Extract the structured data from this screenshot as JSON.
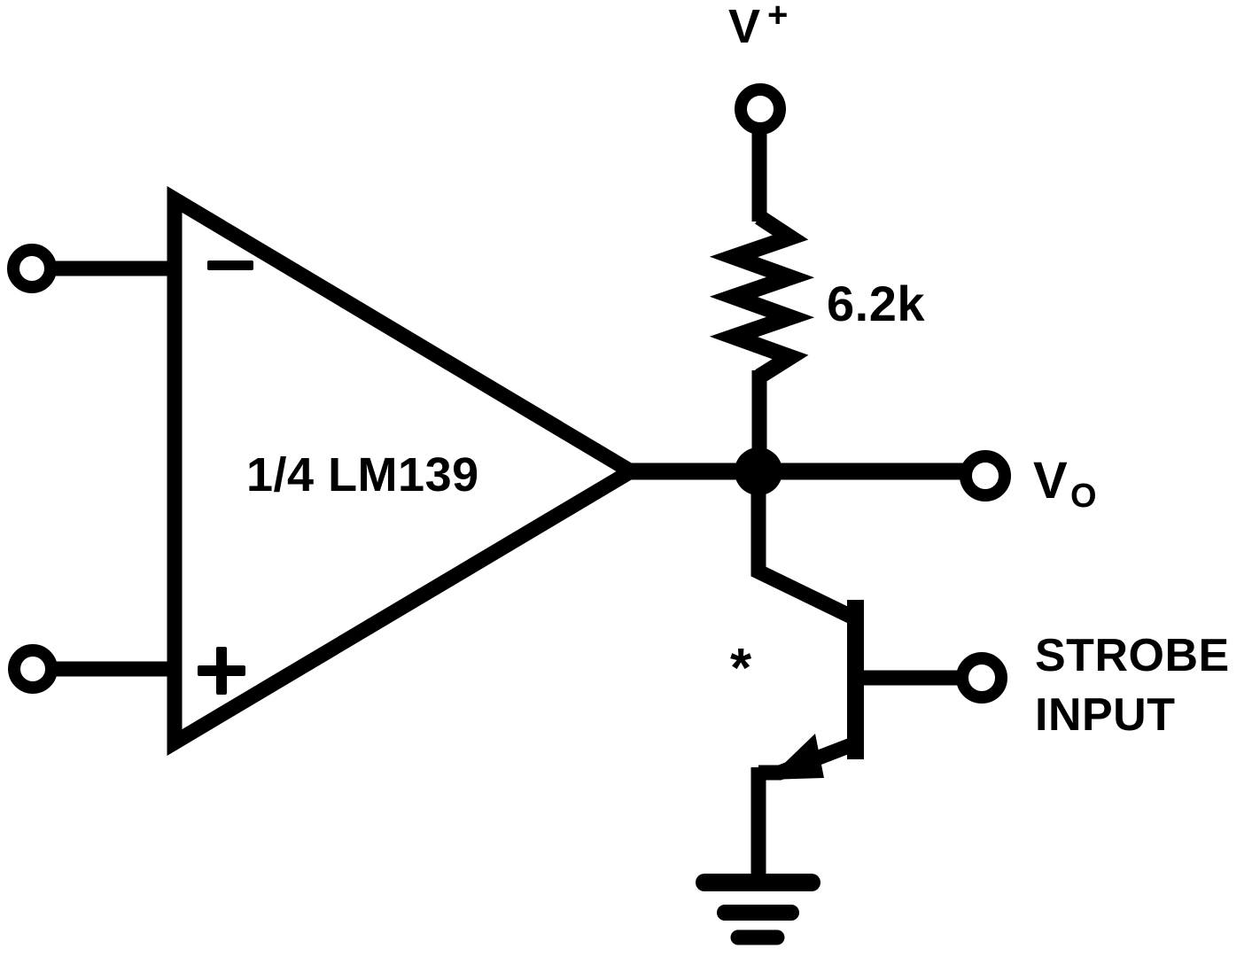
{
  "diagram": {
    "title": "LM139 comparator with strobe input",
    "background_color": "#ffffff",
    "ink_color": "#000000"
  },
  "labels": {
    "supply": "V",
    "supply_sup": "+",
    "resistor_value": "6.2k",
    "device": "1/4 LM139",
    "output": "V",
    "output_sub": "O",
    "strobe_line1": "STROBE",
    "strobe_line2": "INPUT",
    "inverting_sign": "−",
    "noninverting_sign": "+",
    "footnote_mark": "*"
  },
  "terminals": [
    {
      "name": "v-plus-supply-terminal",
      "label": "V+"
    },
    {
      "name": "inverting-input-terminal",
      "label": "−"
    },
    {
      "name": "noninverting-input-terminal",
      "label": "+"
    },
    {
      "name": "output-terminal",
      "label": "VO"
    },
    {
      "name": "strobe-input-terminal",
      "label": "STROBE INPUT"
    }
  ],
  "components": [
    {
      "name": "pullup-resistor",
      "type": "resistor",
      "value": "6.2k"
    },
    {
      "name": "comparator",
      "type": "comparator",
      "value": "1/4 LM139"
    },
    {
      "name": "strobe-transistor",
      "type": "npn-transistor",
      "value": "*"
    },
    {
      "name": "ground",
      "type": "ground",
      "value": ""
    }
  ]
}
